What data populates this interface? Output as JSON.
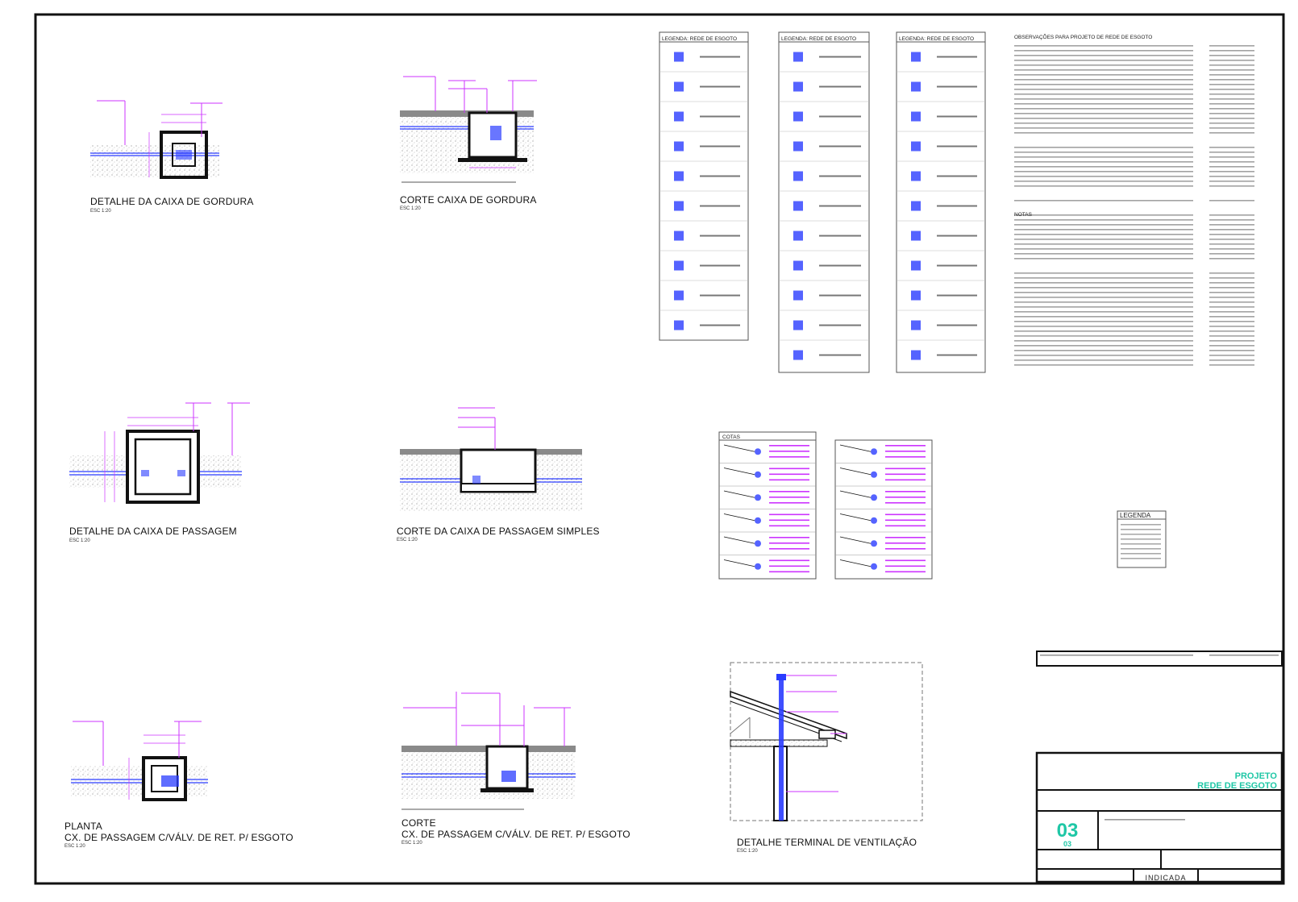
{
  "drawings": [
    {
      "title": "DETALHE DA CAIXA DE GORDURA",
      "scale": "ESC 1:20"
    },
    {
      "title": "CORTE CAIXA DE GORDURA",
      "scale": "ESC 1:20"
    },
    {
      "title": "DETALHE DA CAIXA DE PASSAGEM",
      "scale": "ESC 1:20"
    },
    {
      "title": "CORTE DA CAIXA DE PASSAGEM SIMPLES",
      "scale": "ESC 1:20"
    },
    {
      "title": "PLANTA",
      "title2": "CX. DE PASSAGEM C/VÁLV. DE RET. P/ ESGOTO",
      "scale": "ESC 1:20"
    },
    {
      "title": "CORTE",
      "title2": "CX. DE PASSAGEM C/VÁLV. DE RET. P/ ESGOTO",
      "scale": "ESC 1:20"
    },
    {
      "title": "DETALHE TERMINAL DE VENTILAÇÃO",
      "scale": "ESC 1:20"
    }
  ],
  "legend_tables": [
    {
      "header": "LEGENDA: REDE DE ESGOTO"
    },
    {
      "header": "LEGENDA: REDE DE ESGOTO"
    },
    {
      "header": "LEGENDA: REDE DE ESGOTO"
    }
  ],
  "notes": {
    "heading": "OBSERVAÇÕES PARA PROJETO DE REDE DE ESGOTO",
    "notes_heading": "NOTAS"
  },
  "cotas_label": "COTAS",
  "small_legend": "LEGENDA",
  "title_block": {
    "project_label": "PROJETO",
    "project_name": "REDE DE ESGOTO",
    "sheet_number": "03",
    "sheet_total": "03",
    "scale_value": "INDICADA"
  },
  "colors": {
    "line": "#111111",
    "pipe_blue": "#2a3cff",
    "leader_magenta": "#cc33ff",
    "teal": "#1fc7a6",
    "hatch": "#9a9a9a"
  }
}
